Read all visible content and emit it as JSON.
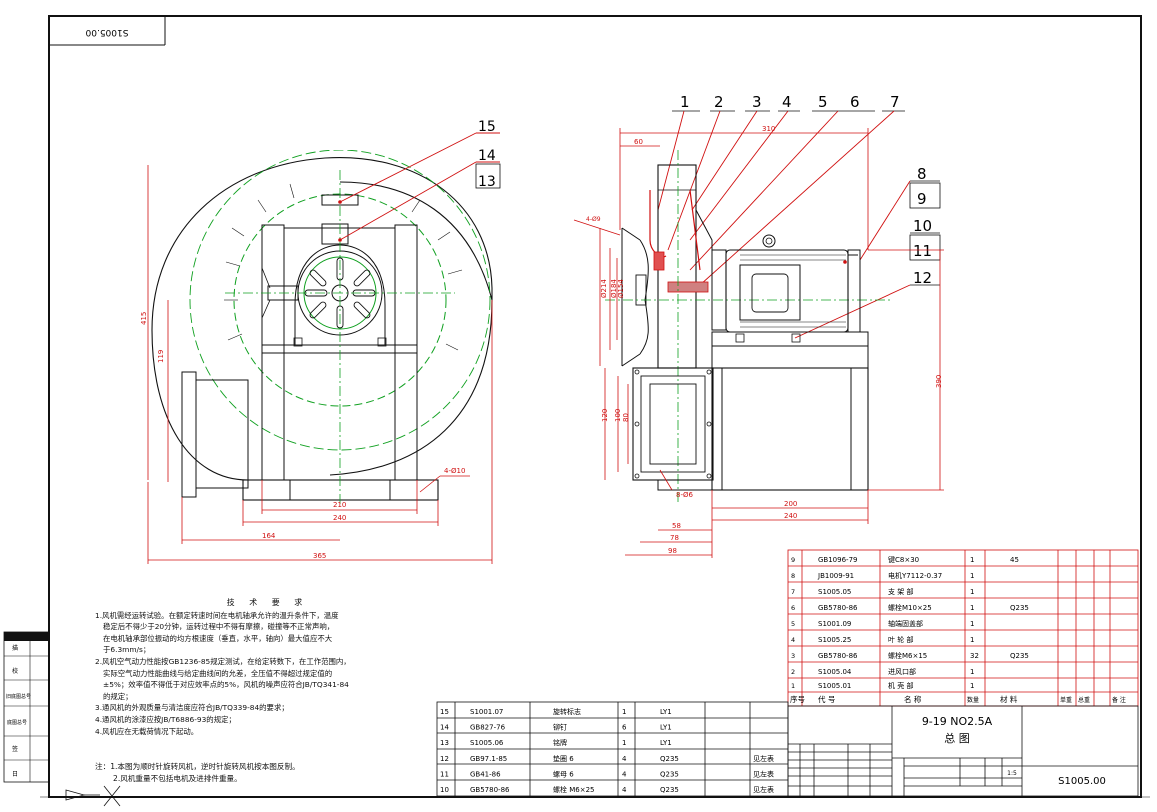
{
  "drawing": {
    "code_box": "S1005.00",
    "title_line1": "9-19 NO2.5A",
    "title_line2": "总   图",
    "sheet_code": "S1005.00",
    "scale": "1:5"
  },
  "dimensions": {
    "front": [
      "415",
      "119",
      "210",
      "240",
      "164",
      "365",
      "4-Ø10"
    ],
    "side": [
      "60",
      "310",
      "4-Ø9",
      "Ø214",
      "Ø184",
      "Ø154",
      "120",
      "100",
      "80",
      "8-Ø6",
      "58",
      "78",
      "98",
      "200",
      "240",
      "390"
    ]
  },
  "leaders": [
    "1",
    "2",
    "3",
    "4",
    "5",
    "6",
    "7",
    "8",
    "9",
    "10",
    "11",
    "12",
    "13",
    "14",
    "15"
  ],
  "technical_notes": {
    "title": "技 术 要 求",
    "lines": [
      "1.风机需经运转试验。在额定转速时间在电机轴承允许的温升条件下，温度",
      "稳定后不得少于20分钟，运转过程中不得有摩擦，碰撞等不正常声响，",
      "在电机轴承部位振动的均方根速度（垂直，水平，轴向）最大值应不大",
      "于6.3mm/s；",
      "2.风机空气动力性能按GB1236-85规定测试，在给定转数下，在工作范围内，",
      "实际空气动力性能曲线与给定曲线间的允差，全压值不得超过规定值的",
      "±5%；效率值不得低于对应效率点的5%，风机的噪声应符合JB/TQ341-84",
      "的规定；",
      "3.通风机的外观质量与清洁度应符合JB/TQ339-84的要求；",
      "4.通风机的涂漆应按JB/T6886-93的规定；",
      "4.风机应在无载荷情况下起动。"
    ]
  },
  "remarks": {
    "label": "注：",
    "lines": [
      "1.本图为顺时针旋转风机，逆时针旋转风机按本图反制。",
      "2.风机重量不包括电机及进排件重量。"
    ]
  },
  "bom_upper": [
    [
      "9",
      "GB1096-79",
      "键C8×30",
      "1",
      "45"
    ],
    [
      "8",
      "JB1009-91",
      "电机Y7112-0.37",
      "1",
      ""
    ],
    [
      "7",
      "S1005.05",
      "支 架 部",
      "1",
      ""
    ],
    [
      "6",
      "GB5780-86",
      "螺栓M10×25",
      "1",
      "Q235"
    ],
    [
      "5",
      "S1001.09",
      "轴端固盖部",
      "1",
      ""
    ],
    [
      "4",
      "S1005.25",
      "叶 轮 部",
      "1",
      ""
    ],
    [
      "3",
      "GB5780-86",
      "螺栓M6×15",
      "32",
      "Q235"
    ],
    [
      "2",
      "S1005.04",
      "进风口部",
      "1",
      ""
    ],
    [
      "1",
      "S1005.01",
      "机 壳 部",
      "1",
      ""
    ]
  ],
  "bom_header": [
    "序号",
    "代   号",
    "名   称",
    "数量",
    "材   料",
    "单重",
    "总重",
    "备 注"
  ],
  "bom_lower": [
    [
      "15",
      "S1001.07",
      "旋转标志",
      "1",
      "LY1",
      ""
    ],
    [
      "14",
      "GB827-76",
      "铆钉",
      "6",
      "LY1",
      ""
    ],
    [
      "13",
      "S1005.06",
      "铭牌",
      "1",
      "LY1",
      ""
    ],
    [
      "12",
      "GB97.1-85",
      "垫圈 6",
      "4",
      "Q235",
      "见左表"
    ],
    [
      "11",
      "GB41-86",
      "螺母 6",
      "4",
      "Q235",
      "见左表"
    ],
    [
      "10",
      "GB5780-86",
      "螺栓 M6×25",
      "4",
      "Q235",
      "见左表"
    ]
  ],
  "left_strip": [
    "描",
    "校",
    "旧底图总号",
    "底图总号",
    "签",
    "日"
  ],
  "colors": {
    "line": "#111111",
    "red": "#d01010",
    "green": "#10a020",
    "redline": "#e01818"
  }
}
